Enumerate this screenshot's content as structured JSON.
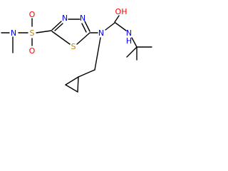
{
  "atoms": {
    "sulfonyl_s": "S",
    "sulfonyl_o_top": "O",
    "sulfonyl_o_bottom": "O",
    "dimethylamine_n": "N",
    "ring_s": "S",
    "ring_n_left": "N",
    "ring_n_right": "N",
    "urea_n": "N",
    "urea_oh": "OH",
    "urea_nh_n": "N",
    "urea_nh_h": "H"
  },
  "colors": {
    "bond": "#000000",
    "sulfur": "#b8860b",
    "oxygen": "#ff0000",
    "nitrogen": "#0000ff"
  }
}
